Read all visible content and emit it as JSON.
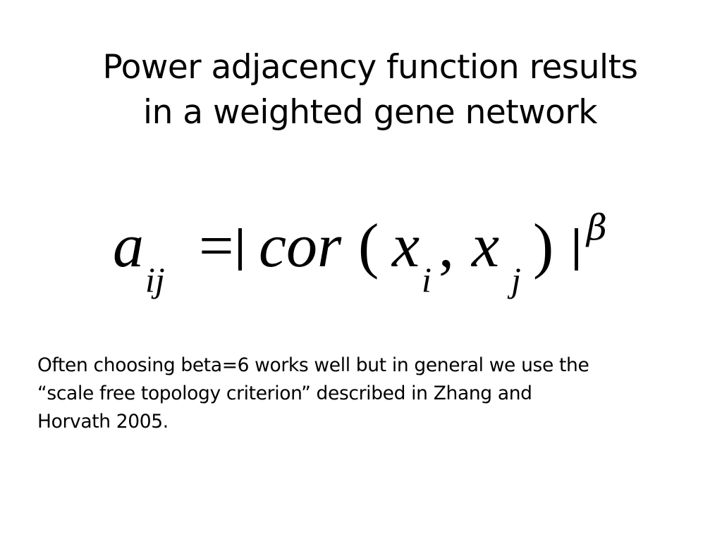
{
  "slide": {
    "title_lines": [
      "Power adjacency function results",
      "in a weighted gene network"
    ],
    "formula": {
      "a": "a",
      "a_sub": "ij",
      "equals": "=",
      "cor": "cor",
      "open_paren": "(",
      "x1": "x",
      "x1_sub": "i",
      "comma": ",",
      "x2": "x",
      "x2_sub": "j",
      "close_paren": ")",
      "exponent": "β"
    },
    "body_lines": [
      "Often choosing beta=6 works well but in general we use the",
      "“scale free topology criterion” described in Zhang and",
      "Horvath 2005."
    ]
  }
}
